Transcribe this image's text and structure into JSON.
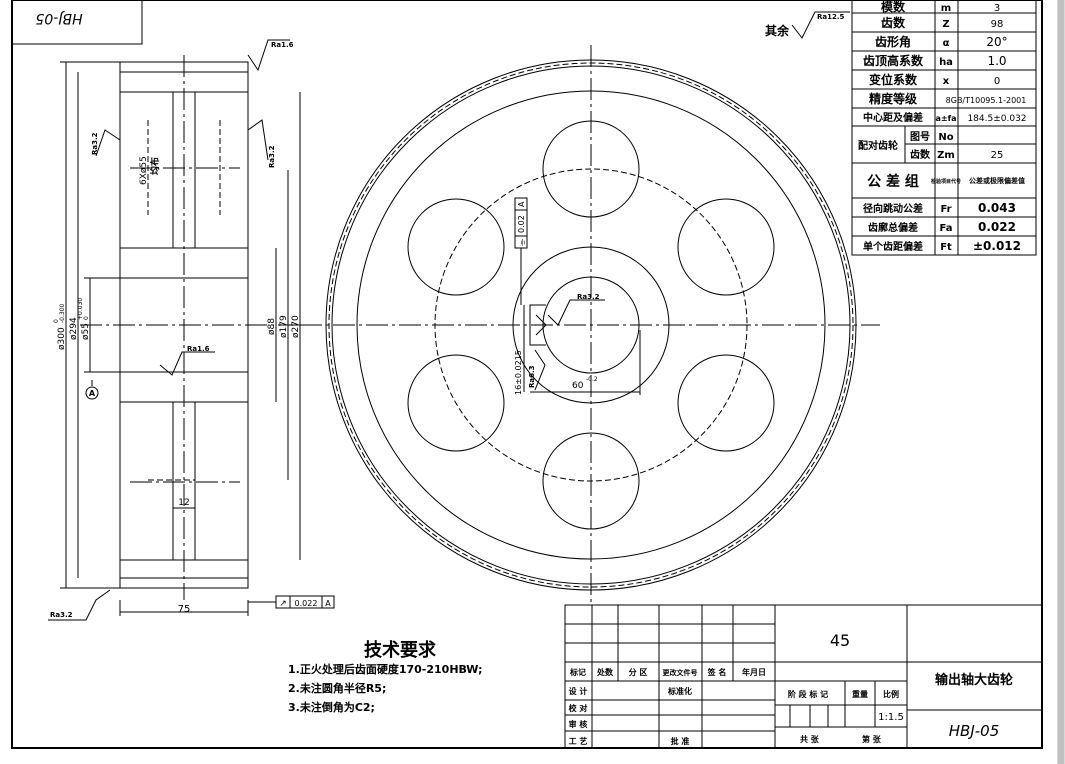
{
  "drawing_code_top": "HBJ-05",
  "surface_finish": {
    "rest_label": "其余",
    "rest": "Ra12.5",
    "top_right": "Ra1.6",
    "left_upper": "Ra3.2",
    "right_upper": "Ra3.2",
    "bore": "Ra1.6",
    "keyway": "Ra3.2",
    "keyway_side": "Ra6.3",
    "bottom_left": "Ra3.2"
  },
  "dimensions": {
    "d300": "ø300",
    "d300_tol_upper": "0",
    "d300_tol_lower": "-0.300",
    "d294": "ø294",
    "d55": "ø55",
    "d55_tol_upper": "+0.030",
    "d55_tol_lower": "0",
    "d88": "ø88",
    "d179": "ø179",
    "d270": "ø270",
    "holes": "6Xø55",
    "holes_note": "均布",
    "width_75": "75",
    "web_12": "12",
    "keyway_16": "16±0.0215",
    "keyway_60": "60",
    "keyway_60_tol": "-0.2",
    "datum_a": "A"
  },
  "tolerance_frames": {
    "symmetry": {
      "symbol": "⌯",
      "value": "0.02",
      "datum": "A"
    },
    "runout": {
      "symbol": "↗",
      "value": "0.022",
      "datum": "A"
    }
  },
  "gear_params": {
    "rows": [
      {
        "name": "模数",
        "sym": "m",
        "val": "3"
      },
      {
        "name": "齿数",
        "sym": "Z",
        "val": "98"
      },
      {
        "name": "齿形角",
        "sym": "α",
        "val": "20°"
      },
      {
        "name": "齿顶高系数",
        "sym": "ha",
        "val": "1.0"
      },
      {
        "name": "变位系数",
        "sym": "x",
        "val": "0"
      },
      {
        "name": "精度等级",
        "sym": "",
        "val": "8GB/T10095.1-2001"
      },
      {
        "name": "中心距及偏差",
        "sym": "a±fa",
        "val": "184.5±0.032"
      }
    ],
    "mating_label": "配对齿轮",
    "mating_rows": [
      {
        "name": "图号",
        "sym": "No",
        "val": ""
      },
      {
        "name": "齿数",
        "sym": "Zm",
        "val": "25"
      }
    ],
    "tol_group_label": "公 差 组",
    "tol_group_sym": "检验项目代号",
    "tol_group_val": "公差或极限偏差值",
    "tol_rows": [
      {
        "name": "径向跳动公差",
        "sym": "Fr",
        "val": "0.043"
      },
      {
        "name": "齿廓总偏差",
        "sym": "Fa",
        "val": "0.022"
      },
      {
        "name": "单个齿距偏差",
        "sym": "Ft",
        "val": "±0.012"
      }
    ]
  },
  "tech_req": {
    "title": "技术要求",
    "items": [
      "1.正火处理后齿面硬度170-210HBW;",
      "2.未注圆角半径R5;",
      "3.未注倒角为C2;"
    ]
  },
  "title_block": {
    "material": "45",
    "part_name": "输出轴大齿轮",
    "drawing_no": "HBJ-05",
    "scale": "1:1.5",
    "headers": [
      "标记",
      "处数",
      "分 区",
      "更改文件号",
      "签 名",
      "年月日"
    ],
    "design": "设 计",
    "standardize": "标准化",
    "check": "校 对",
    "review": "审 核",
    "process": "工 艺",
    "approve": "批 准",
    "stage_mark": "阶 段 标 记",
    "weight": "重量",
    "scale_label": "比例",
    "total": "共    张",
    "sheet": "第    张"
  }
}
